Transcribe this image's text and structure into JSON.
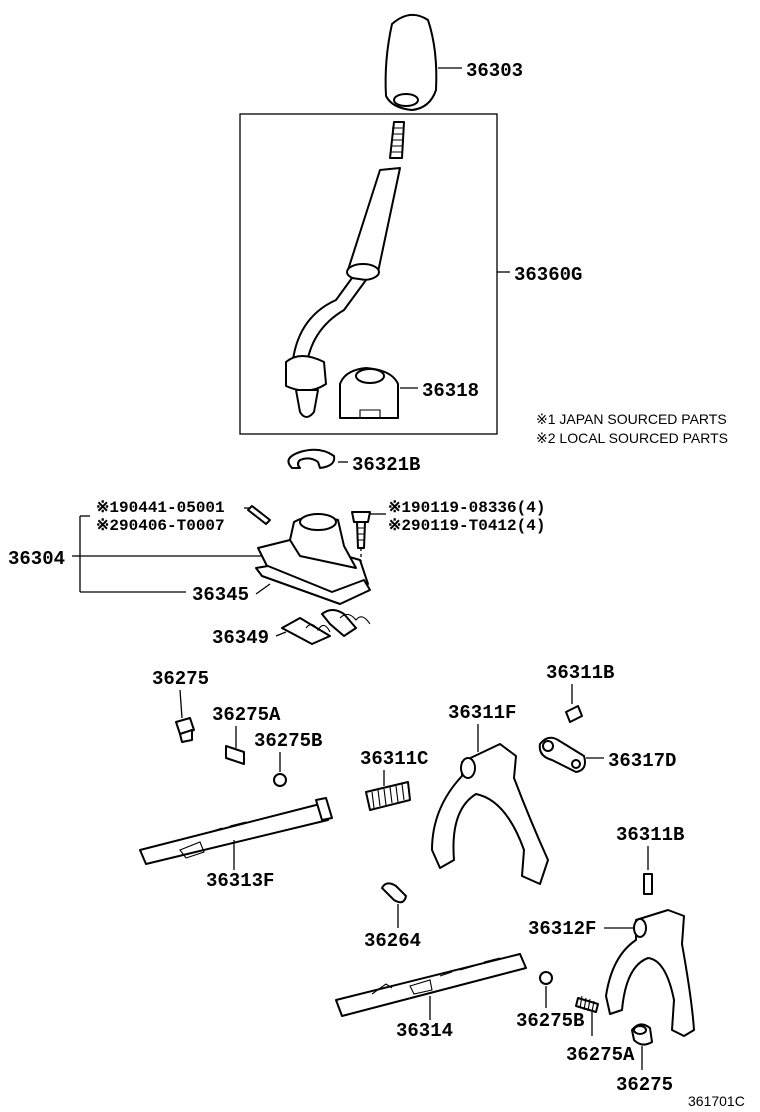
{
  "parts": {
    "p36303": "36303",
    "p36360G": "36360G",
    "p36318": "36318",
    "p36321B": "36321B",
    "p36304": "36304",
    "p36345": "36345",
    "p36349": "36349",
    "p36275_top": "36275",
    "p36275A_top": "36275A",
    "p36275B_top": "36275B",
    "p36311C": "36311C",
    "p36311F": "36311F",
    "p36311B_top": "36311B",
    "p36317D": "36317D",
    "p36313F": "36313F",
    "p36311B_bottom": "36311B",
    "p36312F": "36312F",
    "p36264": "36264",
    "p36314": "36314",
    "p36275B_bottom": "36275B",
    "p36275A_bottom": "36275A",
    "p36275_bottom": "36275"
  },
  "bolt_left": {
    "line1": "※190441-05001",
    "line2": "※290406-T0007"
  },
  "bolt_right": {
    "line1": "※190119-08336(4)",
    "line2": "※290119-T0412(4)"
  },
  "notes": {
    "note1": "※1 JAPAN SOURCED PARTS",
    "note2": "※2 LOCAL SOURCED PARTS"
  },
  "diagram_ref": "361701C"
}
